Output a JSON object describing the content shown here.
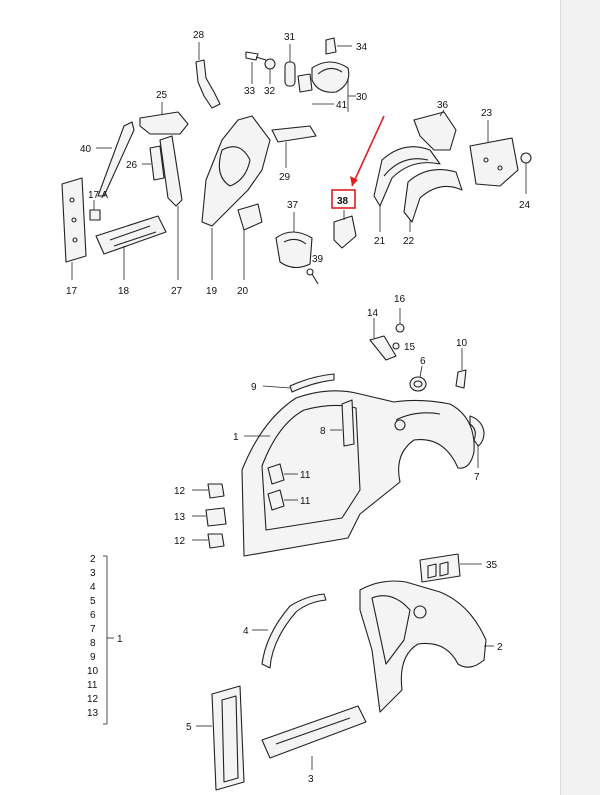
{
  "diagram": {
    "highlight_color": "#e02020",
    "highlighted_part": "38",
    "callouts": {
      "c1": "1",
      "c2": "2",
      "c3": "3",
      "c4": "4",
      "c5": "5",
      "c6": "6",
      "c7": "7",
      "c8": "8",
      "c9": "9",
      "c10": "10",
      "c11a": "11",
      "c11b": "11",
      "c12a": "12",
      "c12b": "12",
      "c13": "13",
      "c14": "14",
      "c15": "15",
      "c16": "16",
      "c17": "17",
      "c17a": "17 A",
      "c18": "18",
      "c19": "19",
      "c20": "20",
      "c21": "21",
      "c22": "22",
      "c23": "23",
      "c24": "24",
      "c25": "25",
      "c26": "26",
      "c27": "27",
      "c28": "28",
      "c29": "29",
      "c30": "30",
      "c31": "31",
      "c32": "32",
      "c33": "33",
      "c34": "34",
      "c35": "35",
      "c36": "36",
      "c37": "37",
      "c38": "38",
      "c39": "39",
      "c40": "40",
      "c41": "41"
    },
    "legend": {
      "items": [
        "2",
        "3",
        "4",
        "5",
        "6",
        "7",
        "8",
        "9",
        "10",
        "11",
        "12",
        "13"
      ],
      "group": "1"
    }
  }
}
